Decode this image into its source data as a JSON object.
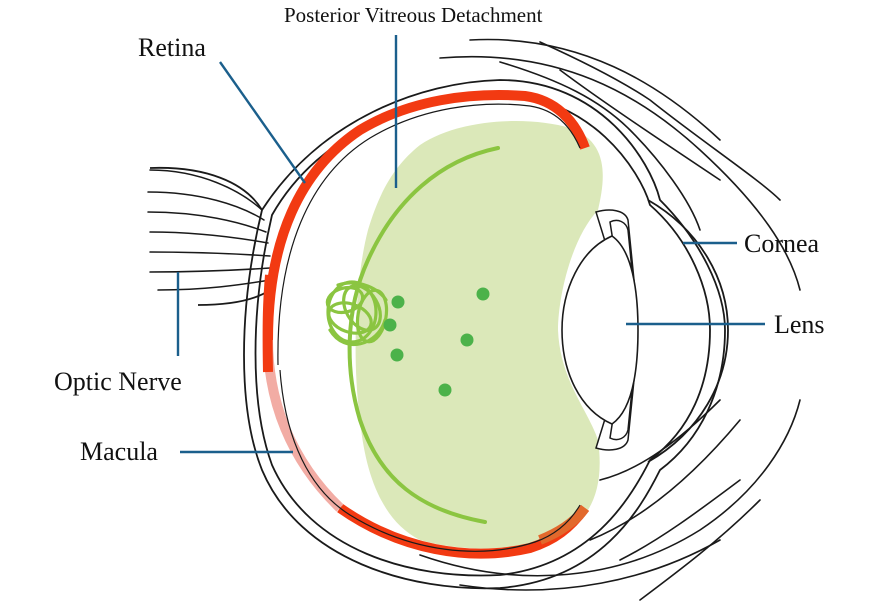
{
  "labels": {
    "pvd": "Posterior Vitreous Detachment",
    "retina": "Retina",
    "cornea": "Cornea",
    "lens": "Lens",
    "optic_nerve": "Optic Nerve",
    "macula": "Macula"
  },
  "colors": {
    "retina": "#f23a12",
    "macula": "#f2aca4",
    "vitreous_gel": "#dbe8b9",
    "detachment_line": "#8bc541",
    "floaters": "#4cb24a",
    "leader_line": "#1b5f8c",
    "outline": "#1a1a1a"
  }
}
